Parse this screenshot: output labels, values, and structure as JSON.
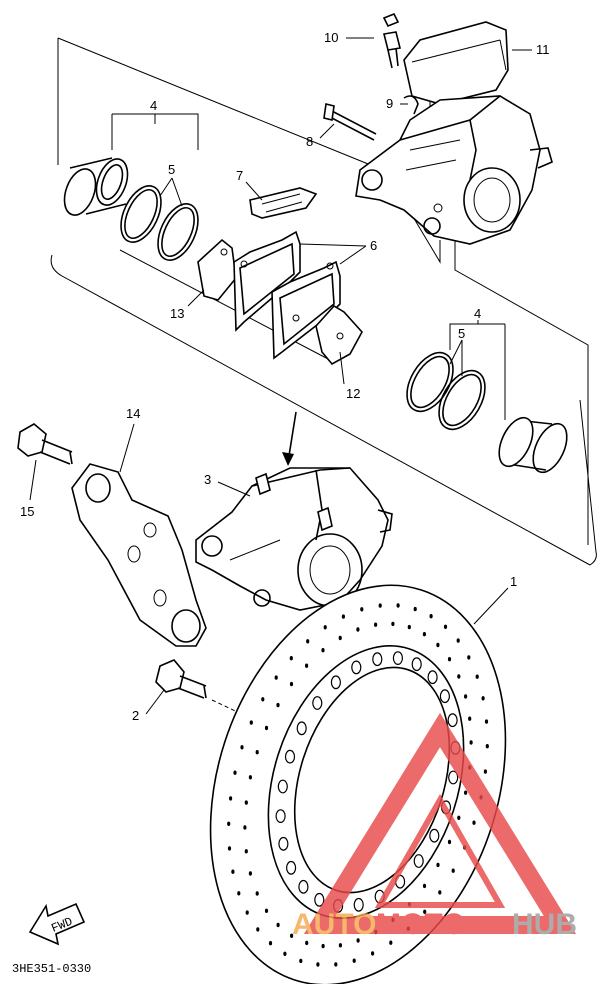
{
  "diagram": {
    "drawing_code": "3HE351-0330",
    "fwd_label": "FWD",
    "callouts": {
      "c1": "1",
      "c2": "2",
      "c3": "3",
      "c4a": "4",
      "c4b": "4",
      "c5a": "5",
      "c5b": "5",
      "c6": "6",
      "c7": "7",
      "c8": "8",
      "c9": "9",
      "c10": "10",
      "c11": "11",
      "c12": "12",
      "c13": "13",
      "c14": "14",
      "c15": "15"
    }
  },
  "watermark": {
    "part1": "AUTO",
    "part2": "MOTO",
    "part3": "HUB",
    "colors": {
      "triangle": "#e84a4a",
      "auto": "#f3a94d",
      "moto": "#e84a4a",
      "hub": "#9a9a9a"
    }
  }
}
